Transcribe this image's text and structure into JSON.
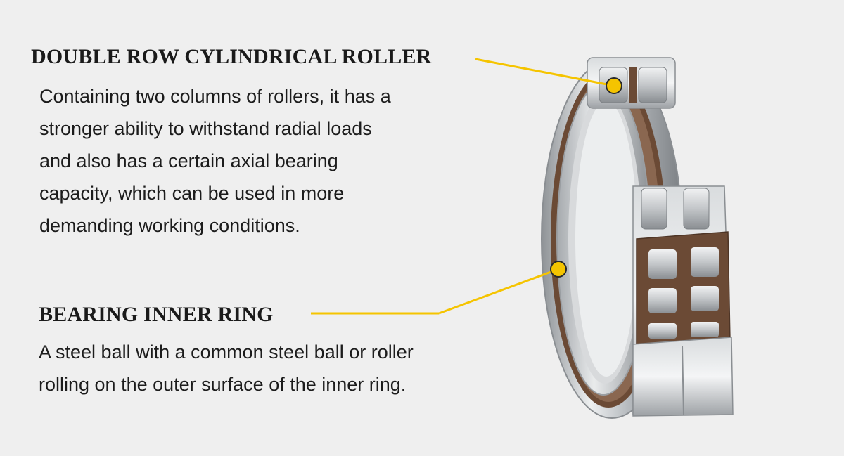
{
  "sections": [
    {
      "heading": "DOUBLE ROW CYLINDRICAL ROLLER",
      "description": "Containing two columns of rollers, it has a stronger ability to withstand radial loads and also has a certain axial bearing capacity, which can be used in more demanding working conditions."
    },
    {
      "heading": "BEARING INNER RING",
      "description": "A steel ball with a common steel ball or roller rolling on the outer surface of the inner ring."
    }
  ],
  "colors": {
    "background": "#efefef",
    "callout": "#f5c400",
    "cage": "#6b4a35",
    "steel": "#c9cccf"
  },
  "icons": [
    "callout-dot",
    "bearing-illustration"
  ]
}
